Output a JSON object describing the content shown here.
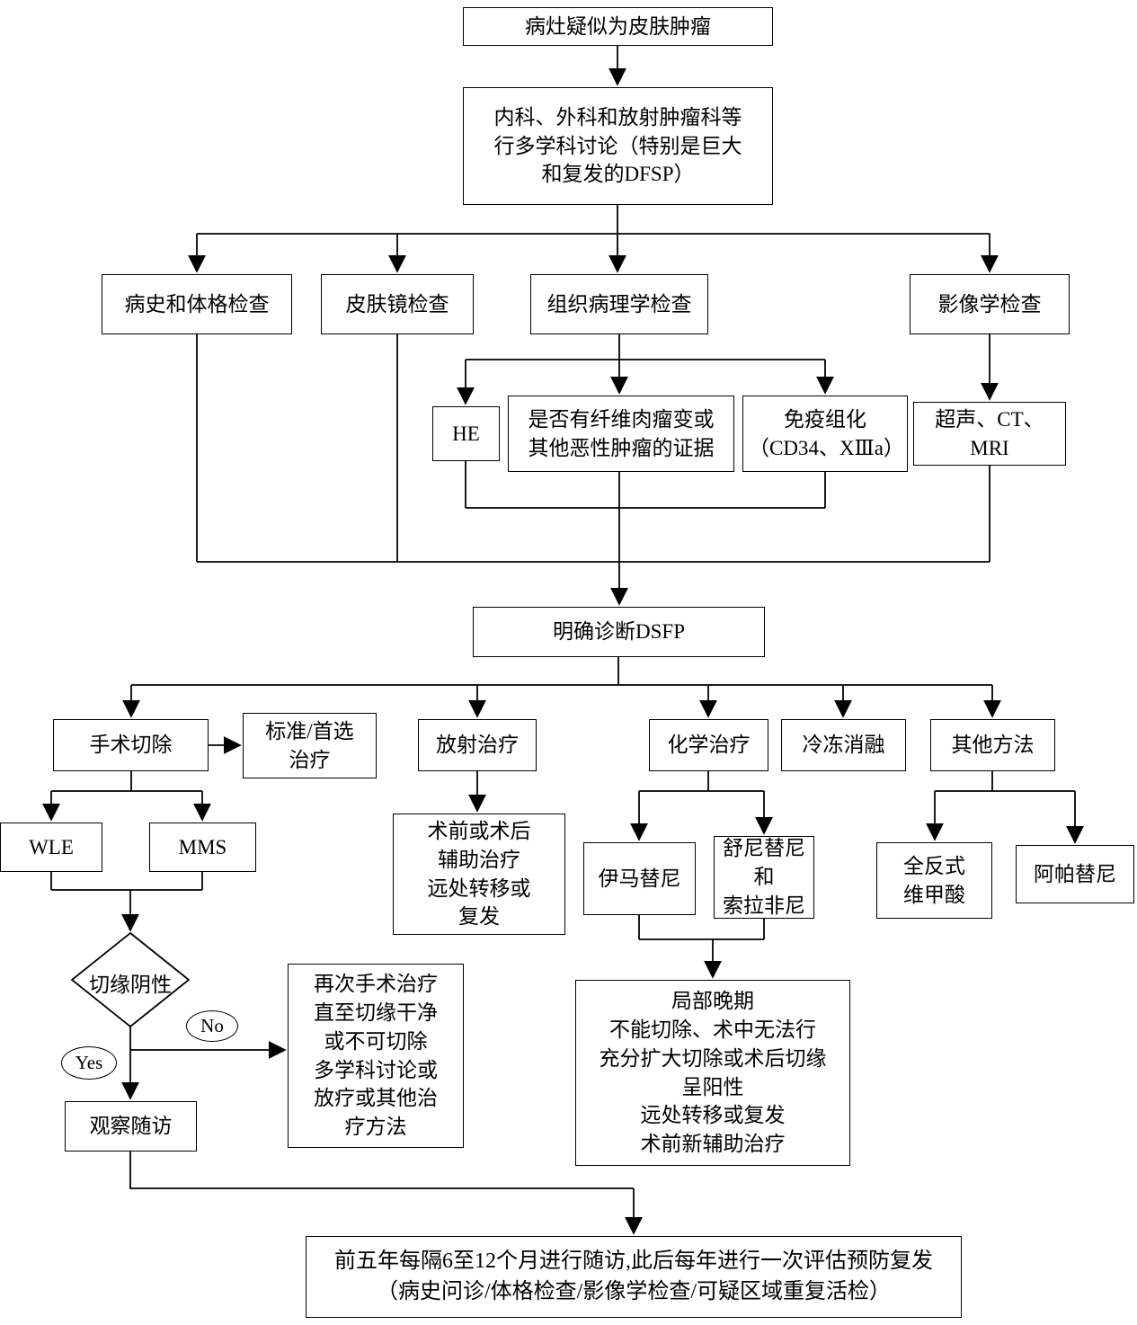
{
  "nodes": {
    "suspect": "病灶疑似为皮肤肿瘤",
    "mdt": "内科、外科和放射肿瘤科等\n行多学科讨论（特别是巨大\n和复发的DFSP）",
    "history": "病史和体格检查",
    "dermoscopy": "皮肤镜检查",
    "histopath": "组织病理学检查",
    "imaging": "影像学检查",
    "he": "HE",
    "fibrosarcoma": "是否有纤维肉瘤变或\n其他恶性肿瘤的证据",
    "ihc": "免疫组化\n（CD34、XⅢa）",
    "ultrasound": "超声、CT、MRI",
    "diagnosis": "明确诊断DSFP",
    "surgery": "手术切除",
    "standard": "标准/首选\n治疗",
    "radiotherapy": "放射治疗",
    "chemotherapy": "化学治疗",
    "cryoablation": "冷冻消融",
    "other": "其他方法",
    "wle": "WLE",
    "mms": "MMS",
    "margin_decision": "切缘阴性",
    "no": "No",
    "yes": "Yes",
    "observation": "观察随访",
    "reoperation": "再次手术治疗\n直至切缘干净\n或不可切除\n多学科讨论或\n放疗或其他治\n疗方法",
    "radio_indication": "术前或术后\n辅助治疗\n远处转移或\n复发",
    "imatinib": "伊马替尼",
    "sunitinib": "舒尼替尼和\n索拉非尼",
    "chemo_indication": "局部晚期\n不能切除、术中无法行\n充分扩大切除或术后切缘\n呈阳性\n远处转移或复发\n术前新辅助治疗",
    "atra": "全反式\n维甲酸",
    "apatinib": "阿帕替尼",
    "followup_schedule": "前五年每隔6至12个月进行随访,此后每年进行一次评估预防复发\n（病史问诊/体格检查/影像学检查/可疑区域重复活检）"
  },
  "colors": {
    "line": "#000000",
    "box_border": "#000000",
    "background": "#ffffff"
  }
}
